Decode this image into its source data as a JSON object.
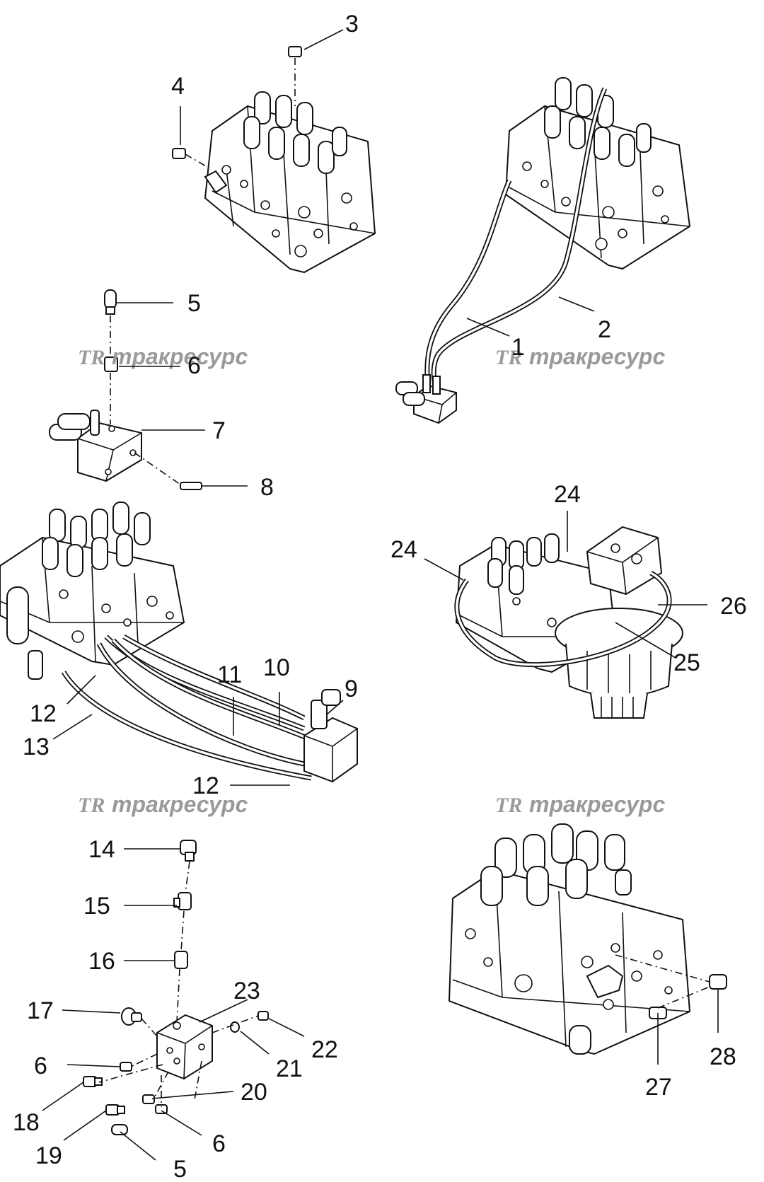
{
  "watermark": {
    "logo": "TR",
    "text": "тракресурс",
    "color": "#9a9a9a"
  },
  "callouts": {
    "c1": "1",
    "c2": "2",
    "c3": "3",
    "c4": "4",
    "c5a": "5",
    "c6a": "6",
    "c7": "7",
    "c8": "8",
    "c9": "9",
    "c10": "10",
    "c11": "11",
    "c12a": "12",
    "c13": "13",
    "c12b": "12",
    "c24a": "24",
    "c24b": "24",
    "c26": "26",
    "c25": "25",
    "c14": "14",
    "c15": "15",
    "c16": "16",
    "c17": "17",
    "c23": "23",
    "c22": "22",
    "c21": "21",
    "c6b": "6",
    "c20": "20",
    "c18": "18",
    "c19": "19",
    "c6c": "6",
    "c5b": "5",
    "c27": "27",
    "c28": "28"
  }
}
